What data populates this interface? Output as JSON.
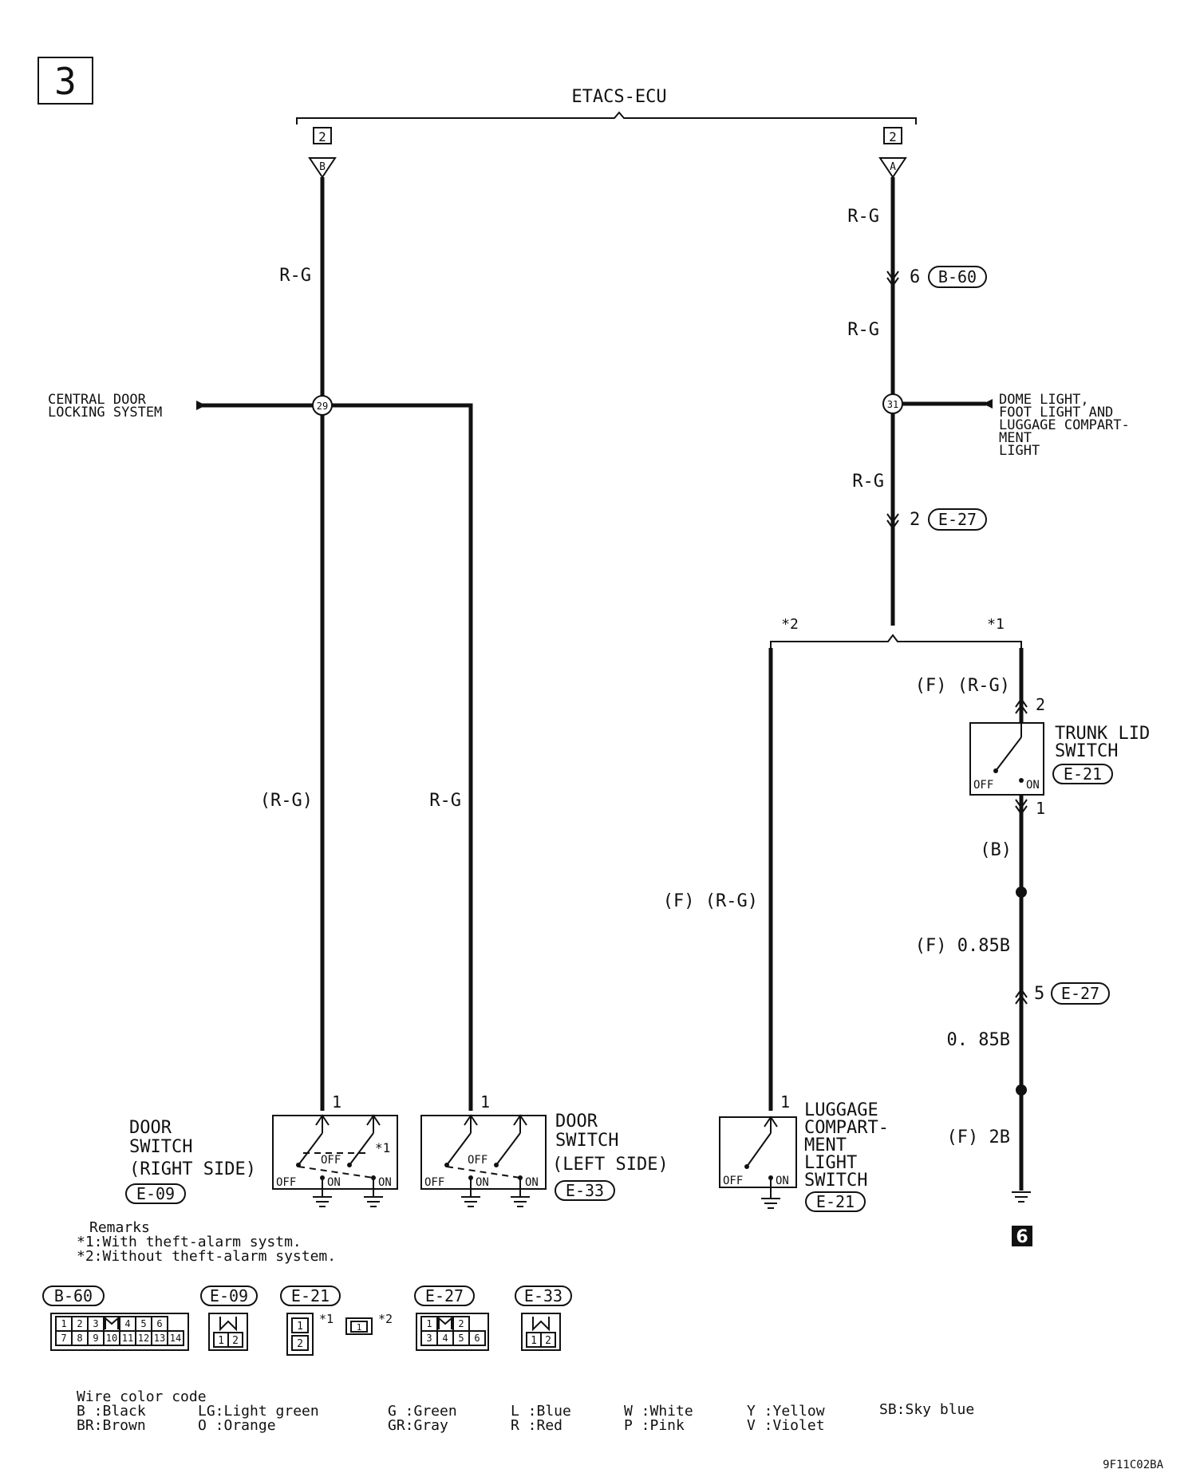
{
  "page_number": "3",
  "ecu": {
    "title": "ETACS-ECU",
    "left_terminal_num": "2",
    "left_terminal_letter": "B",
    "right_terminal_num": "2",
    "right_terminal_letter": "A"
  },
  "left_circuit": {
    "wire_top": "R-G",
    "junction": "29",
    "external": "CENTRAL DOOR\nLOCKING SYSTEM",
    "wire_right_switch": "(R-G)",
    "wire_left_switch": "R-G"
  },
  "right_circuit": {
    "wire1": "R-G",
    "conn1_pin": "6",
    "conn1": "B-60",
    "wire2": "R-G",
    "junction": "31",
    "external": "DOME LIGHT,\nFOOT LIGHT AND\nLUGGAGE COMPART-\nMENT\nLIGHT",
    "wire3": "R-G",
    "conn2_pin": "2",
    "conn2": "E-27",
    "branch_left": "*2",
    "branch_right": "*1"
  },
  "trunk_lid_switch": {
    "wire_top": "(F) (R-G)",
    "pin_top": "2",
    "name": "TRUNK LID\nSWITCH",
    "connector": "E-21",
    "off": "OFF",
    "on": "ON",
    "pin_bottom": "1",
    "wire_b": "(B)",
    "wire_f085": "(F) 0.85B",
    "conn_pin": "5",
    "conn": "E-27",
    "wire_085": "0. 85B",
    "wire_f2b": "(F) 2B",
    "ground_ref": "6"
  },
  "luggage_switch": {
    "wire": "(F) (R-G)",
    "pin": "1",
    "name": "LUGGAGE\nCOMPART-\nMENT\nLIGHT\nSWITCH",
    "connector": "E-21",
    "off": "OFF",
    "on": "ON"
  },
  "door_switch_right": {
    "pin": "1",
    "name": "DOOR\nSWITCH\n(RIGHT SIDE)",
    "connector": "E-09",
    "off": "OFF",
    "off_mid": "OFF",
    "on1": "ON",
    "on2": "ON",
    "mark": "*1"
  },
  "door_switch_left": {
    "pin": "1",
    "name": "DOOR\nSWITCH\n(LEFT SIDE)",
    "connector": "E-33",
    "off": "OFF",
    "off_mid": "OFF",
    "on1": "ON",
    "on2": "ON"
  },
  "remarks": {
    "title": "Remarks",
    "r1": "*1:With theft-alarm systm.",
    "r2": "*2:Without theft-alarm system."
  },
  "connectors": {
    "b60": {
      "label": "B-60",
      "row1": [
        "1",
        "2",
        "3",
        "",
        "4",
        "5",
        "6"
      ],
      "row2": [
        "7",
        "8",
        "9",
        "10",
        "11",
        "12",
        "13",
        "14"
      ]
    },
    "e09": {
      "label": "E-09",
      "pins": [
        "1",
        "2"
      ]
    },
    "e21": {
      "label": "E-21",
      "pins": [
        "1",
        "2"
      ],
      "mark1": "*1",
      "mark2": "*2",
      "alt_pin": "1"
    },
    "e27": {
      "label": "E-27",
      "row1": [
        "1",
        "",
        "2"
      ],
      "row2": [
        "3",
        "4",
        "5",
        "6"
      ]
    },
    "e33": {
      "label": "E-33",
      "pins": [
        "1",
        "2"
      ]
    }
  },
  "wire_color_code": {
    "title": "Wire color code",
    "col1": [
      "B :Black",
      "BR:Brown"
    ],
    "col2": [
      "LG:Light green",
      "O :Orange"
    ],
    "col3": [
      "G :Green",
      "GR:Gray"
    ],
    "col4": [
      "L :Blue",
      "R :Red"
    ],
    "col5": [
      "W :White",
      "P :Pink"
    ],
    "col6": [
      "Y :Yellow",
      "V :Violet"
    ],
    "col7": [
      "SB:Sky blue"
    ]
  },
  "figure_code": "9F11C02BA"
}
